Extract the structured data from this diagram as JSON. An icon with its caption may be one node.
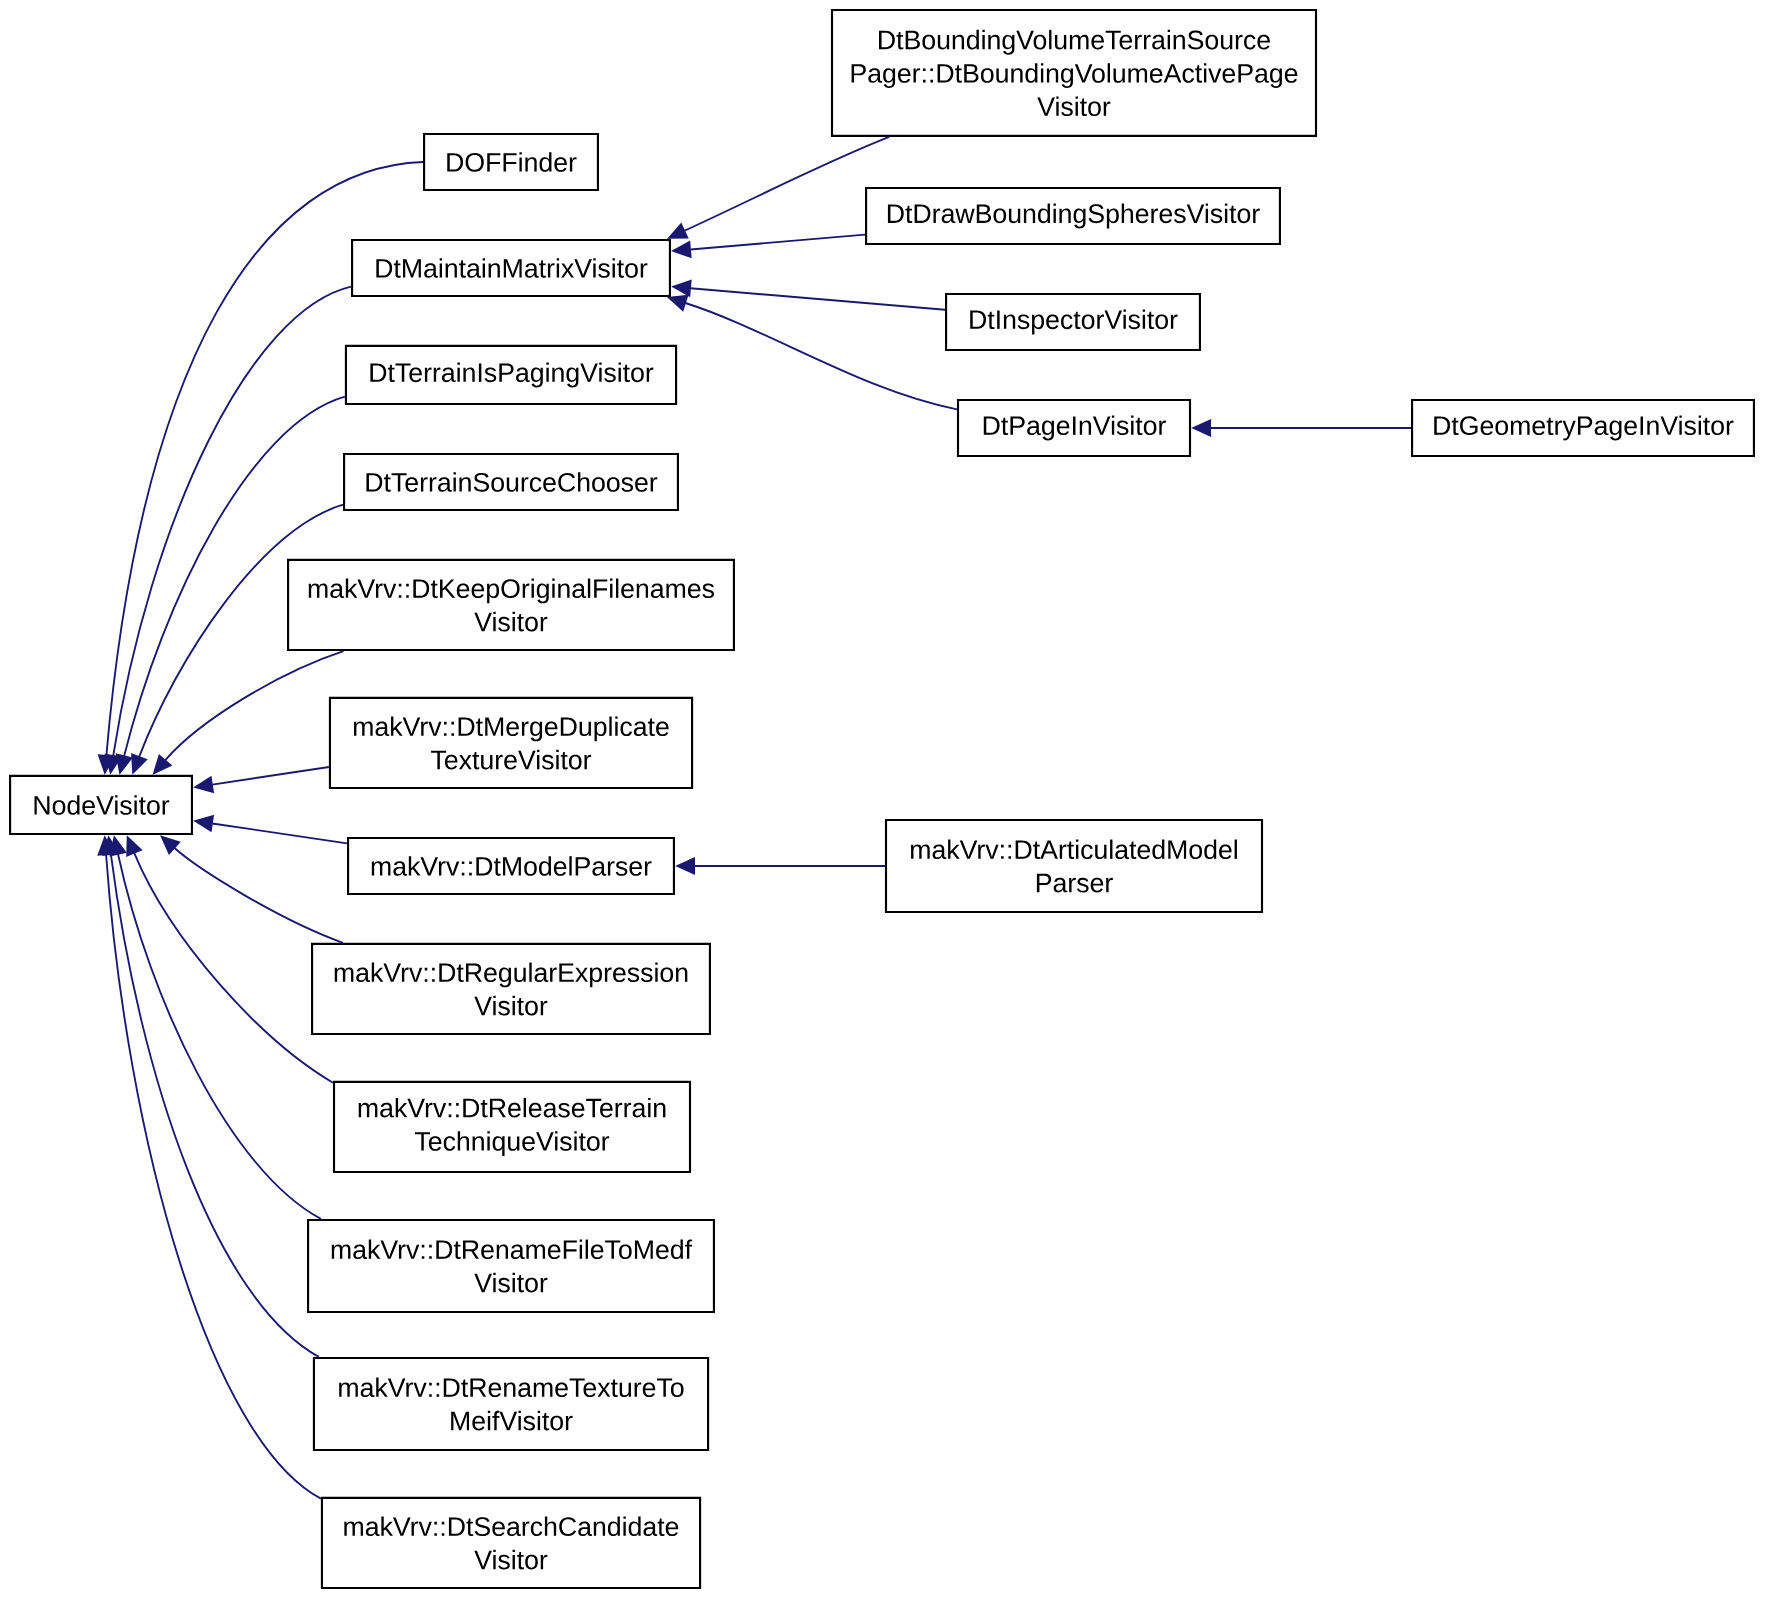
{
  "diagram": {
    "nodes": [
      {
        "text": [
          "NodeVisitor"
        ]
      },
      {
        "text": [
          "DOFFinder"
        ]
      },
      {
        "text": [
          "DtMaintainMatrixVisitor"
        ]
      },
      {
        "text": [
          "DtTerrainIsPagingVisitor"
        ]
      },
      {
        "text": [
          "DtTerrainSourceChooser"
        ]
      },
      {
        "text": [
          "makVrv::DtKeepOriginalFilenames Visitor"
        ]
      },
      {
        "text": [
          "makVrv::DtMergeDuplicate TextureVisitor"
        ]
      },
      {
        "text": [
          "makVrv::DtModelParser"
        ]
      },
      {
        "text": [
          "makVrv::DtRegularExpression Visitor"
        ]
      },
      {
        "text": [
          "makVrv::DtReleaseTerrain TechniqueVisitor"
        ]
      },
      {
        "text": [
          "makVrv::DtRenameFileToMedf Visitor"
        ]
      },
      {
        "text": [
          "makVrv::DtRenameTextureTo MeifVisitor"
        ]
      },
      {
        "text": [
          "makVrv::DtSearchCandidate Visitor"
        ]
      },
      {
        "text": [
          "DtBoundingVolumeTerrainSource Pager::DtBoundingVolumeActivePage Visitor"
        ]
      },
      {
        "text": [
          "DtDrawBoundingSpheresVisitor"
        ]
      },
      {
        "text": [
          "DtInspectorVisitor"
        ]
      },
      {
        "text": [
          "DtPageInVisitor"
        ]
      },
      {
        "text": [
          "makVrv::DtArticulatedModel Parser"
        ]
      },
      {
        "text": [
          "DtGeometryPageInVisitor"
        ]
      }
    ],
    "edges": [
      {
        "from": 1,
        "to": 0,
        "arrow": "to"
      },
      {
        "from": 2,
        "to": 0,
        "arrow": "to"
      },
      {
        "from": 3,
        "to": 0,
        "arrow": "to"
      },
      {
        "from": 4,
        "to": 0,
        "arrow": "to"
      },
      {
        "from": 5,
        "to": 0,
        "arrow": "to"
      },
      {
        "from": 6,
        "to": 0,
        "arrow": "to"
      },
      {
        "from": 7,
        "to": 0,
        "arrow": "to"
      },
      {
        "from": 8,
        "to": 0,
        "arrow": "to"
      },
      {
        "from": 9,
        "to": 0,
        "arrow": "to"
      },
      {
        "from": 10,
        "to": 0,
        "arrow": "to"
      },
      {
        "from": 11,
        "to": 0,
        "arrow": "to"
      },
      {
        "from": 12,
        "to": 0,
        "arrow": "to"
      },
      {
        "from": 13,
        "to": 2,
        "arrow": "to"
      },
      {
        "from": 14,
        "to": 2,
        "arrow": "to"
      },
      {
        "from": 15,
        "to": 2,
        "arrow": "to"
      },
      {
        "from": 16,
        "to": 2,
        "arrow": "to"
      },
      {
        "from": 17,
        "to": 7,
        "arrow": "to"
      },
      {
        "from": 18,
        "to": 16,
        "arrow": "to"
      }
    ]
  }
}
